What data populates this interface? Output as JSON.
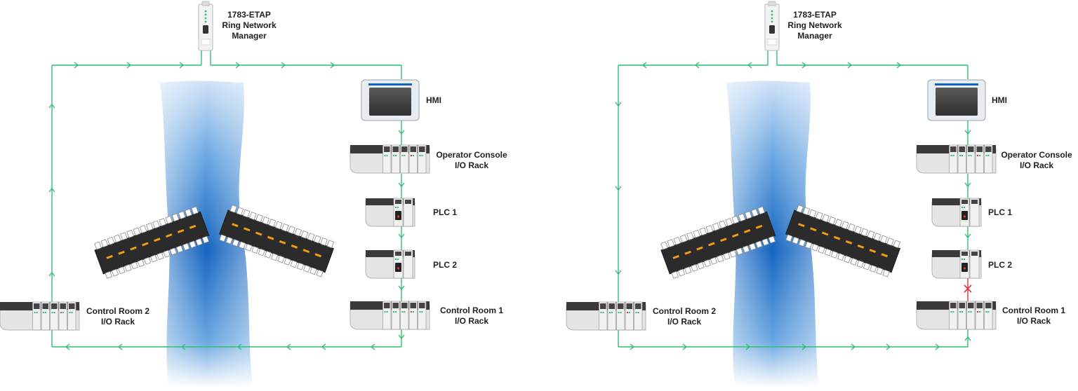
{
  "colors": {
    "ring": "#2fbf71",
    "fault": "#e0333a",
    "water_dark": "#1565c0",
    "water_light": "#b9d6f3",
    "device_body": "#e6e6e6",
    "device_dark": "#3b3b3b",
    "accent_orange": "#f39c12",
    "text": "#222222"
  },
  "diagrams": [
    {
      "state": "normal",
      "manager": {
        "line1": "1783-ETAP",
        "line2": "Ring Network",
        "line3": "Manager"
      },
      "hmi": {
        "label": "HMI"
      },
      "operator_console": {
        "line1": "Operator Console",
        "line2": "I/O Rack"
      },
      "plc1": {
        "label": "PLC 1"
      },
      "plc2": {
        "label": "PLC 2"
      },
      "control_room1": {
        "line1": "Control Room 1",
        "line2": "I/O Rack"
      },
      "control_room2": {
        "line1": "Control Room 2",
        "line2": "I/O Rack"
      }
    },
    {
      "state": "fault",
      "manager": {
        "line1": "1783-ETAP",
        "line2": "Ring Network",
        "line3": "Manager"
      },
      "hmi": {
        "label": "HMI"
      },
      "operator_console": {
        "line1": "Operator Console",
        "line2": "I/O Rack"
      },
      "plc1": {
        "label": "PLC 1"
      },
      "plc2": {
        "label": "PLC 2"
      },
      "control_room1": {
        "line1": "Control Room 1",
        "line2": "I/O Rack"
      },
      "control_room2": {
        "line1": "Control Room 2",
        "line2": "I/O Rack"
      }
    }
  ],
  "icons": [
    "ring-manager-icon",
    "hmi-icon",
    "io-rack-icon",
    "plc-icon",
    "switch-icon",
    "river-icon",
    "fault-x-icon"
  ]
}
